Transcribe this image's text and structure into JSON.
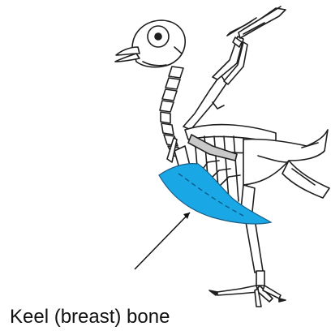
{
  "figure": {
    "subject": "bird-skeleton",
    "highlighted_part": "keel-bone",
    "colors": {
      "background": "#ffffff",
      "bone_outline": "#1f1f1f",
      "bone_fill": "#ffffff",
      "bone_shade": "#c9c9c9",
      "keel_fill": "#1aa7e6",
      "keel_stroke": "#1a5e86",
      "pointer_line": "#111111"
    },
    "label": "Keel (breast) bone"
  }
}
